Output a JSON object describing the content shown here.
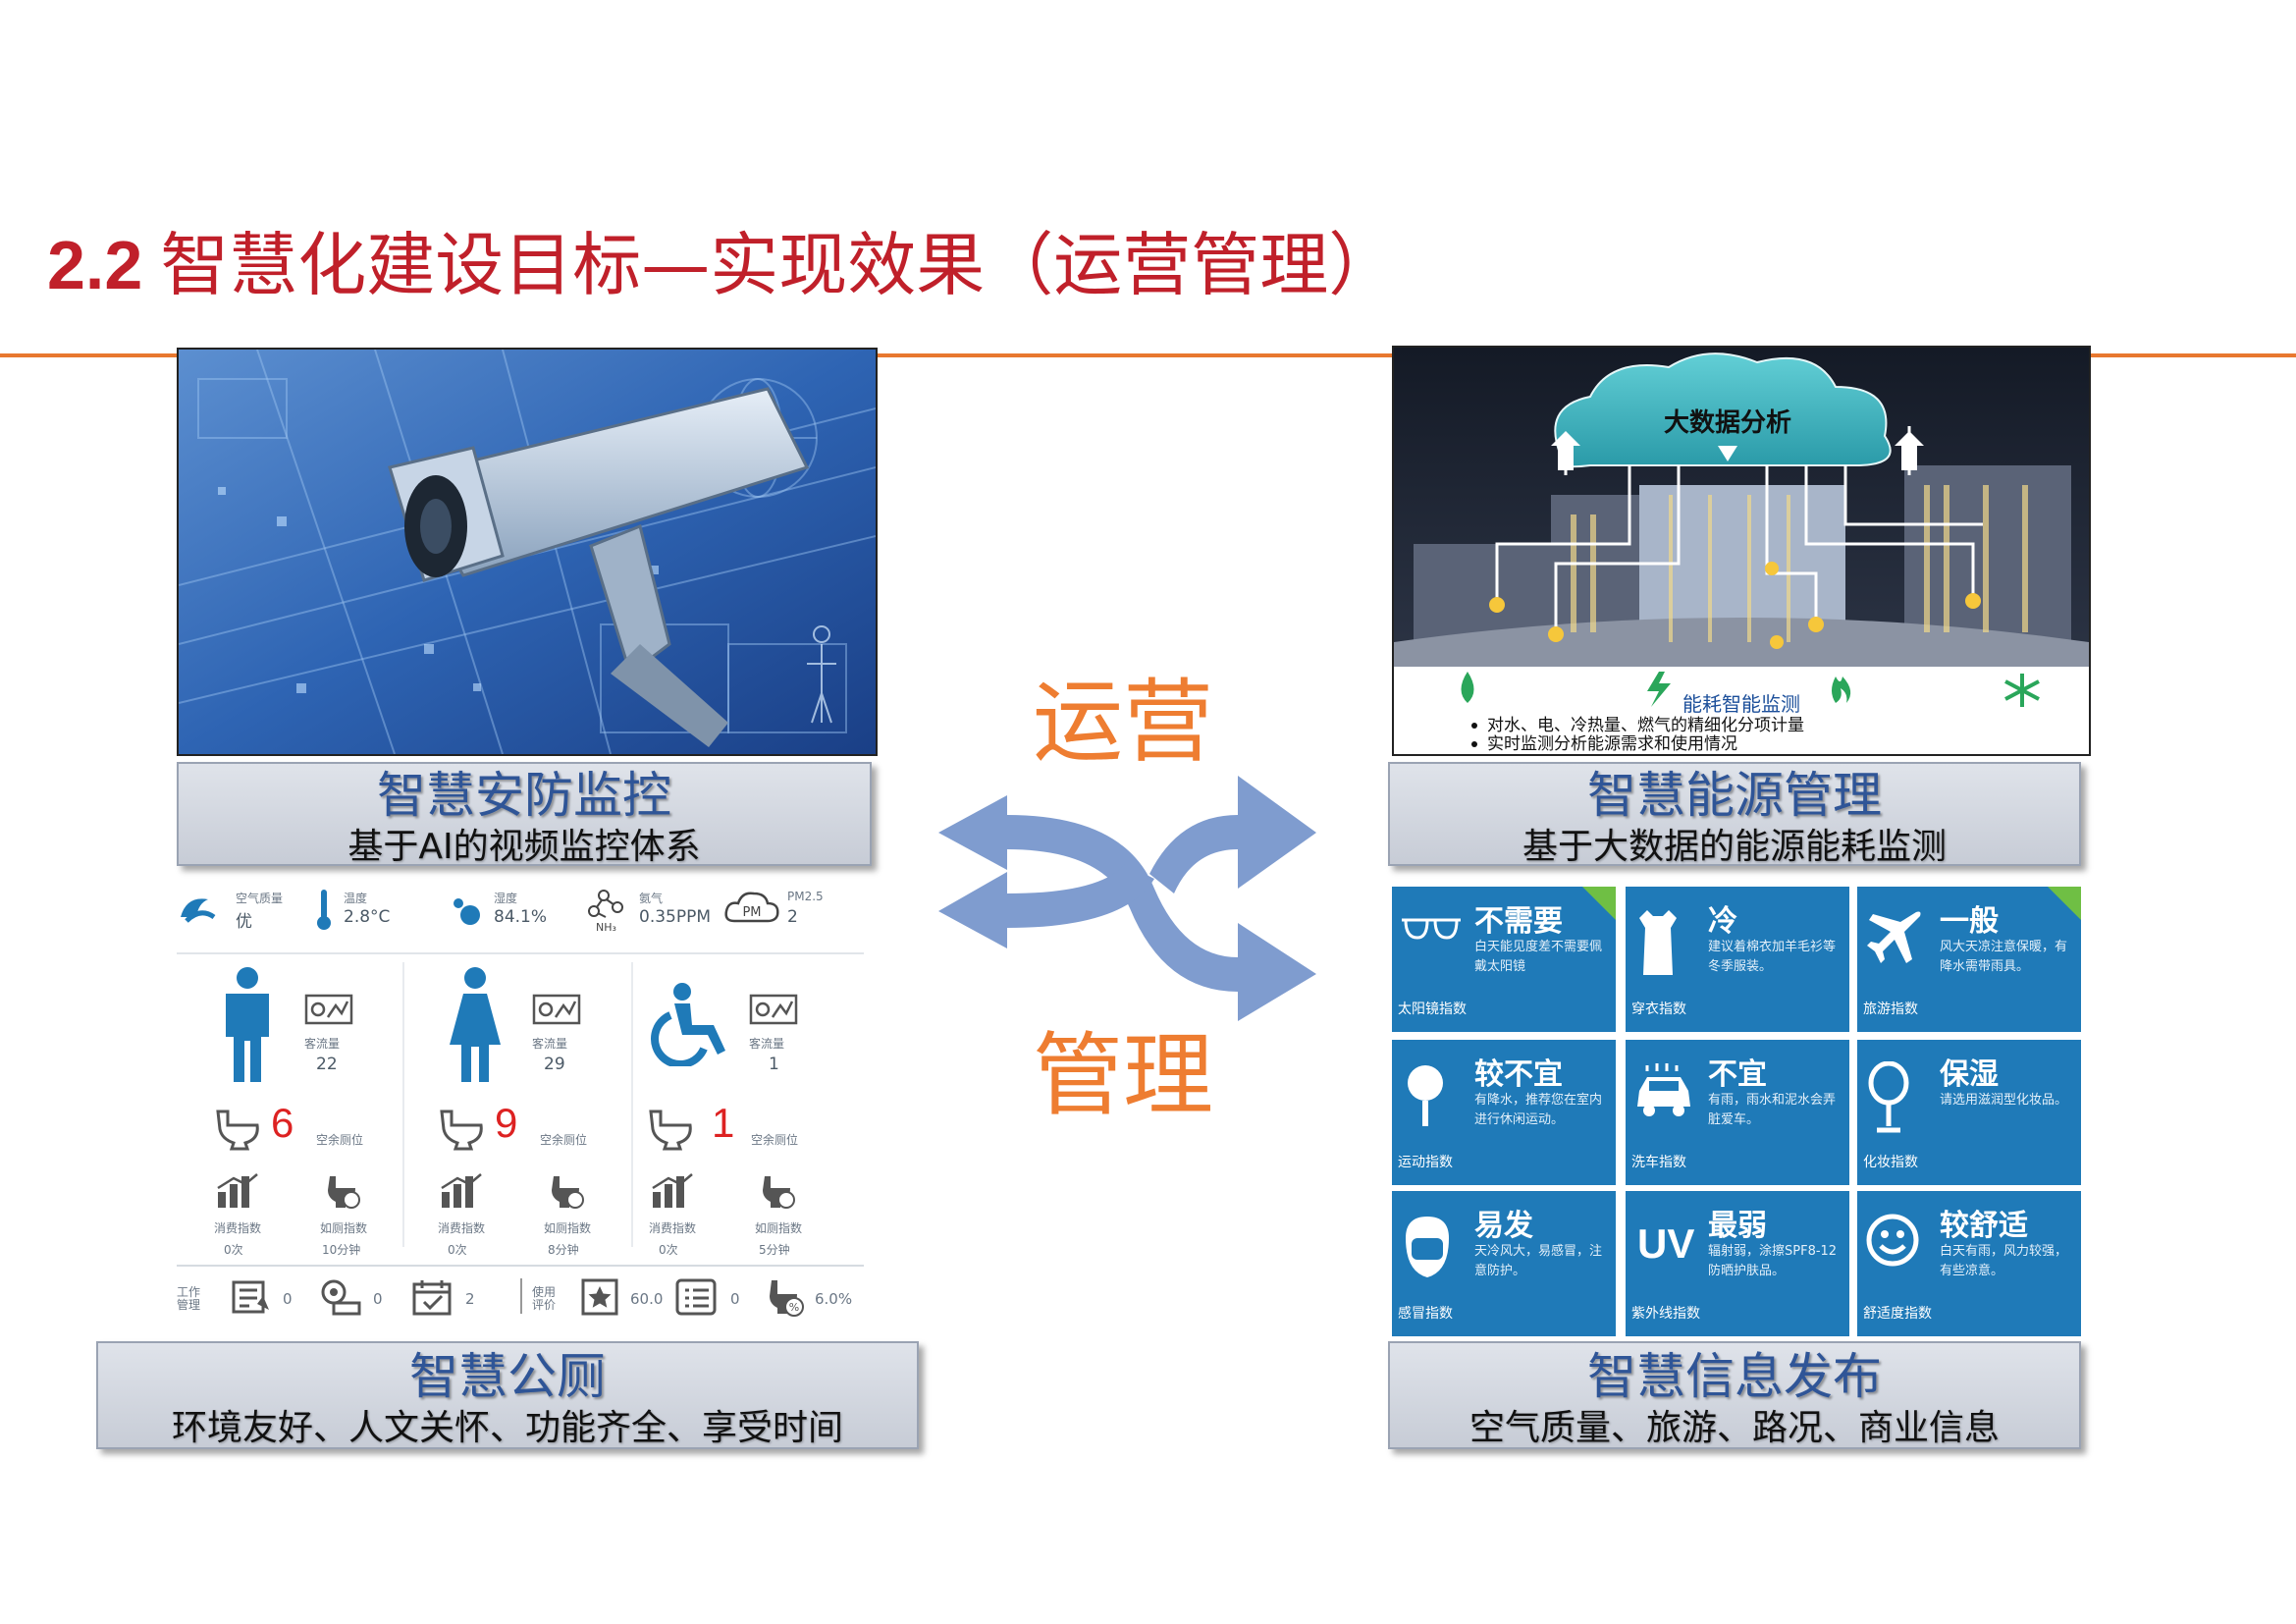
{
  "title": {
    "number": "2.2",
    "text": "智慧化建设目标—实现效果（运营管理）"
  },
  "center": {
    "top_word": "运营",
    "bottom_word": "管理"
  },
  "panels": {
    "security": {
      "title": "智慧安防监控",
      "subtitle": "基于AI的视频监控体系"
    },
    "energy": {
      "title": "智慧能源管理",
      "subtitle": "基于大数据的能源能耗监测",
      "cloud_label": "大数据分析",
      "monitor_title": "能耗智能监测",
      "bullets": [
        "对水、电、冷热量、燃气的精细化分项计量",
        "实时监测分析能源需求和使用情况"
      ]
    },
    "toilet": {
      "title": "智慧公厕",
      "subtitle": "环境友好、人文关怀、功能齐全、享受时间"
    },
    "info": {
      "title": "智慧信息发布",
      "subtitle": "空气质量、旅游、路况、商业信息"
    }
  },
  "toilet_dashboard": {
    "env": [
      {
        "label": "空气质量",
        "value": "优",
        "icon": "air-quality-icon"
      },
      {
        "label": "温度",
        "value": "2.8°C",
        "icon": "thermometer-icon"
      },
      {
        "label": "湿度",
        "value": "84.1%",
        "icon": "humidity-icon"
      },
      {
        "label": "氨气",
        "value": "0.35PPM",
        "icon": "ammonia-icon",
        "unit_symbol": "NH₃"
      },
      {
        "label": "PM2.5",
        "value": "2",
        "icon": "pm25-cloud-icon",
        "badge": "PM"
      }
    ],
    "columns": [
      {
        "icon": "male-icon",
        "flow_label": "客流量",
        "flow": "22",
        "seats": "6",
        "seat_label": "空余厕位",
        "stat1_label": "消费指数",
        "stat1_value": "0次",
        "stat2_label": "如厕指数",
        "stat2_value": "10分钟"
      },
      {
        "icon": "female-icon",
        "flow_label": "客流量",
        "flow": "29",
        "seats": "9",
        "seat_label": "空余厕位",
        "stat1_label": "消费指数",
        "stat1_value": "0次",
        "stat2_label": "如厕指数",
        "stat2_value": "8分钟"
      },
      {
        "icon": "wheelchair-icon",
        "flow_label": "客流量",
        "flow": "1",
        "seats": "1",
        "seat_label": "空余厕位",
        "stat1_label": "消费指数",
        "stat1_value": "0次",
        "stat2_label": "如厕指数",
        "stat2_value": "5分钟"
      }
    ],
    "footer": {
      "work_label": "工作管理",
      "v1": "0",
      "v2": "0",
      "v3": "2",
      "eval_label": "使用评价",
      "v4": "60.0",
      "v5": "0",
      "v6": "6.0%"
    }
  },
  "weather_tiles": [
    {
      "big": "不需要",
      "desc": "白天能见度差不需要佩戴太阳镜",
      "label": "太阳镜指数",
      "icon": "sunglasses-icon",
      "corner": true
    },
    {
      "big": "冷",
      "desc": "建议着棉衣加羊毛衫等冬季服装。",
      "label": "穿衣指数",
      "icon": "clothing-icon",
      "corner": false
    },
    {
      "big": "一般",
      "desc": "风大天凉注意保暖，有降水需带雨具。",
      "label": "旅游指数",
      "icon": "airplane-icon",
      "corner": true
    },
    {
      "big": "较不宜",
      "desc": "有降水，推荐您在室内进行休闲运动。",
      "label": "运动指数",
      "icon": "racket-icon",
      "corner": false
    },
    {
      "big": "不宜",
      "desc": "有雨，雨水和泥水会弄脏爱车。",
      "label": "洗车指数",
      "icon": "car-wash-icon",
      "corner": false
    },
    {
      "big": "保湿",
      "desc": "请选用滋润型化妆品。",
      "label": "化妆指数",
      "icon": "mirror-icon",
      "corner": false
    },
    {
      "big": "易发",
      "desc": "天冷风大，易感冒，注意防护。",
      "label": "感冒指数",
      "icon": "mask-icon",
      "corner": false
    },
    {
      "big": "最弱",
      "desc": "辐射弱，涂擦SPF8-12防晒护肤品。",
      "label": "紫外线指数",
      "icon": "uv-icon",
      "icon_text": "UV",
      "corner": false
    },
    {
      "big": "较舒适",
      "desc": "白天有雨，风力较强，有些凉意。",
      "label": "舒适度指数",
      "icon": "smiley-icon",
      "corner": false
    }
  ]
}
